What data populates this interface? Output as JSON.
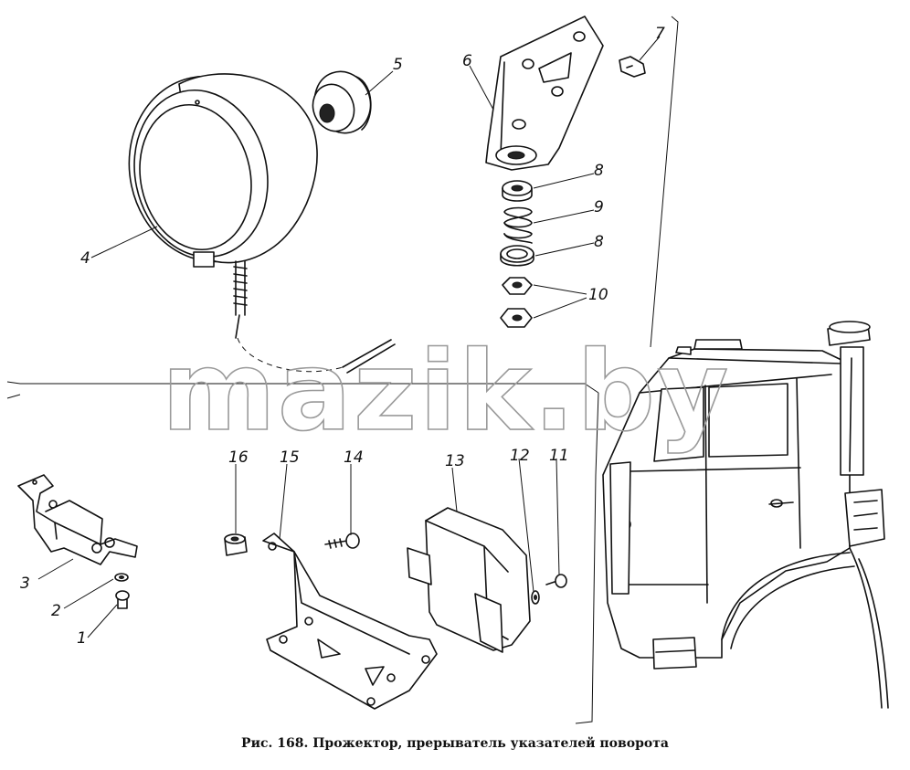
{
  "caption": "Рис. 168. Прожектор, прерыватель указателей поворота",
  "watermark": "mazik.by",
  "callouts": [
    {
      "id": "c1",
      "label": "1"
    },
    {
      "id": "c2",
      "label": "2"
    },
    {
      "id": "c3",
      "label": "3"
    },
    {
      "id": "c4",
      "label": "4"
    },
    {
      "id": "c5",
      "label": "5"
    },
    {
      "id": "c6",
      "label": "6"
    },
    {
      "id": "c7",
      "label": "7"
    },
    {
      "id": "c8a",
      "label": "8"
    },
    {
      "id": "c9",
      "label": "9"
    },
    {
      "id": "c8b",
      "label": "8"
    },
    {
      "id": "c10",
      "label": "10"
    },
    {
      "id": "c11",
      "label": "11"
    },
    {
      "id": "c12",
      "label": "12"
    },
    {
      "id": "c13",
      "label": "13"
    },
    {
      "id": "c14",
      "label": "14"
    },
    {
      "id": "c15",
      "label": "15"
    },
    {
      "id": "c16",
      "label": "16"
    }
  ]
}
